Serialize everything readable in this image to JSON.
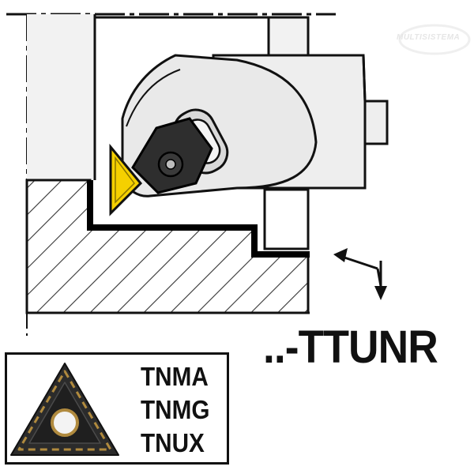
{
  "tool_code": "..-TTUNR",
  "insert_codes": [
    "TNMA",
    "TNMG",
    "TNUX"
  ],
  "watermark": "MULTISISTEMA",
  "colors": {
    "insert_yellow": "#f5d000",
    "holder_gray": "#eeeeee",
    "outline": "#111111",
    "hatch": "#333333",
    "insert_dark": "#2b2b2b",
    "insert_gold": "#b08a3e"
  },
  "icons": {
    "feed_direction": "feed-direction-arrows-icon",
    "insert": "triangular-insert-icon"
  }
}
